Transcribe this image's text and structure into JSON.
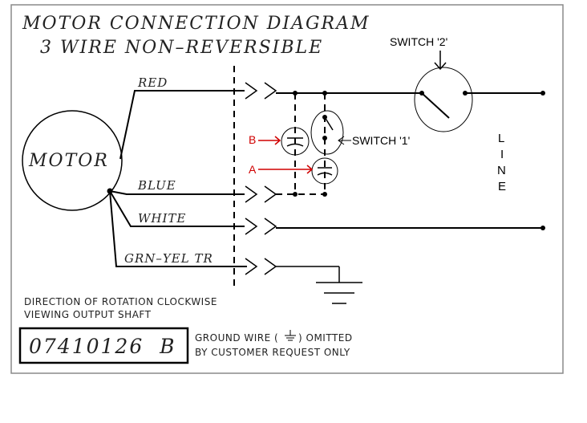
{
  "title": {
    "line1": "MOTOR CONNECTION DIAGRAM",
    "line2": "3 WIRE NON–REVERSIBLE"
  },
  "motor": {
    "label": "MOTOR"
  },
  "wires": {
    "red": "RED",
    "blue": "BLUE",
    "white": "WHITE",
    "ground": "GRN–YEL TR"
  },
  "notes": {
    "rotation_line1": "DIRECTION OF ROTATION CLOCKWISE",
    "rotation_line2": "VIEWING OUTPUT SHAFT",
    "part_number": "07410126  B",
    "ground_prefix": "GROUND WIRE (",
    "ground_suffix": ") OMITTED",
    "ground_line2": "BY CUSTOMER REQUEST ONLY"
  },
  "annotations": {
    "switch2": "SWITCH '2'",
    "switch1": "SWITCH '1'",
    "cap_b": "B",
    "cap_a": "A",
    "line_letters": [
      "L",
      "I",
      "N",
      "E"
    ]
  },
  "colors": {
    "annotation_red": "#d00000",
    "frame": "#8a8a8a"
  }
}
